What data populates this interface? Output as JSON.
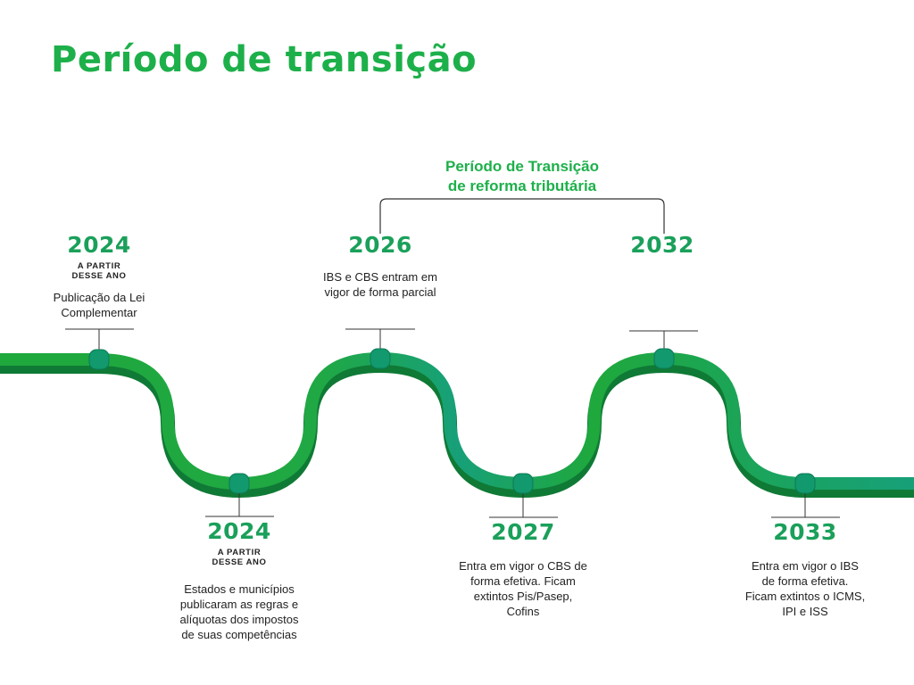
{
  "title": "Período de transição",
  "bracket": {
    "line1": "Período de Transição",
    "line2": "de reforma tributária"
  },
  "milestones": [
    {
      "year": "2024",
      "sub": [
        "A PARTIR",
        "DESSE ANO"
      ],
      "desc": [
        "Publicação da Lei",
        "Complementar"
      ]
    },
    {
      "year": "2024",
      "sub": [
        "A PARTIR",
        "DESSE ANO"
      ],
      "desc": [
        "Estados e municípios",
        "publicaram as regras e",
        "alíquotas dos impostos",
        "de suas competências"
      ]
    },
    {
      "year": "2026",
      "sub": [],
      "desc": [
        "IBS e CBS entram em",
        "vigor de forma parcial"
      ]
    },
    {
      "year": "2027",
      "sub": [],
      "desc": [
        "Entra em vigor o CBS de",
        "forma efetiva. Ficam",
        "extintos Pis/Pasep,",
        "Cofins"
      ]
    },
    {
      "year": "2032",
      "sub": [],
      "desc": []
    },
    {
      "year": "2033",
      "sub": [],
      "desc": [
        "Entra em vigor o IBS",
        "de forma efetiva.",
        "Ficam extintos o ICMS,",
        "IPI e ISS"
      ]
    }
  ],
  "colors": {
    "title": "#1db04a",
    "road_green": "#1fa83c",
    "road_teal": "#17a079",
    "node": "#12996e",
    "year": "#1aa05a"
  }
}
